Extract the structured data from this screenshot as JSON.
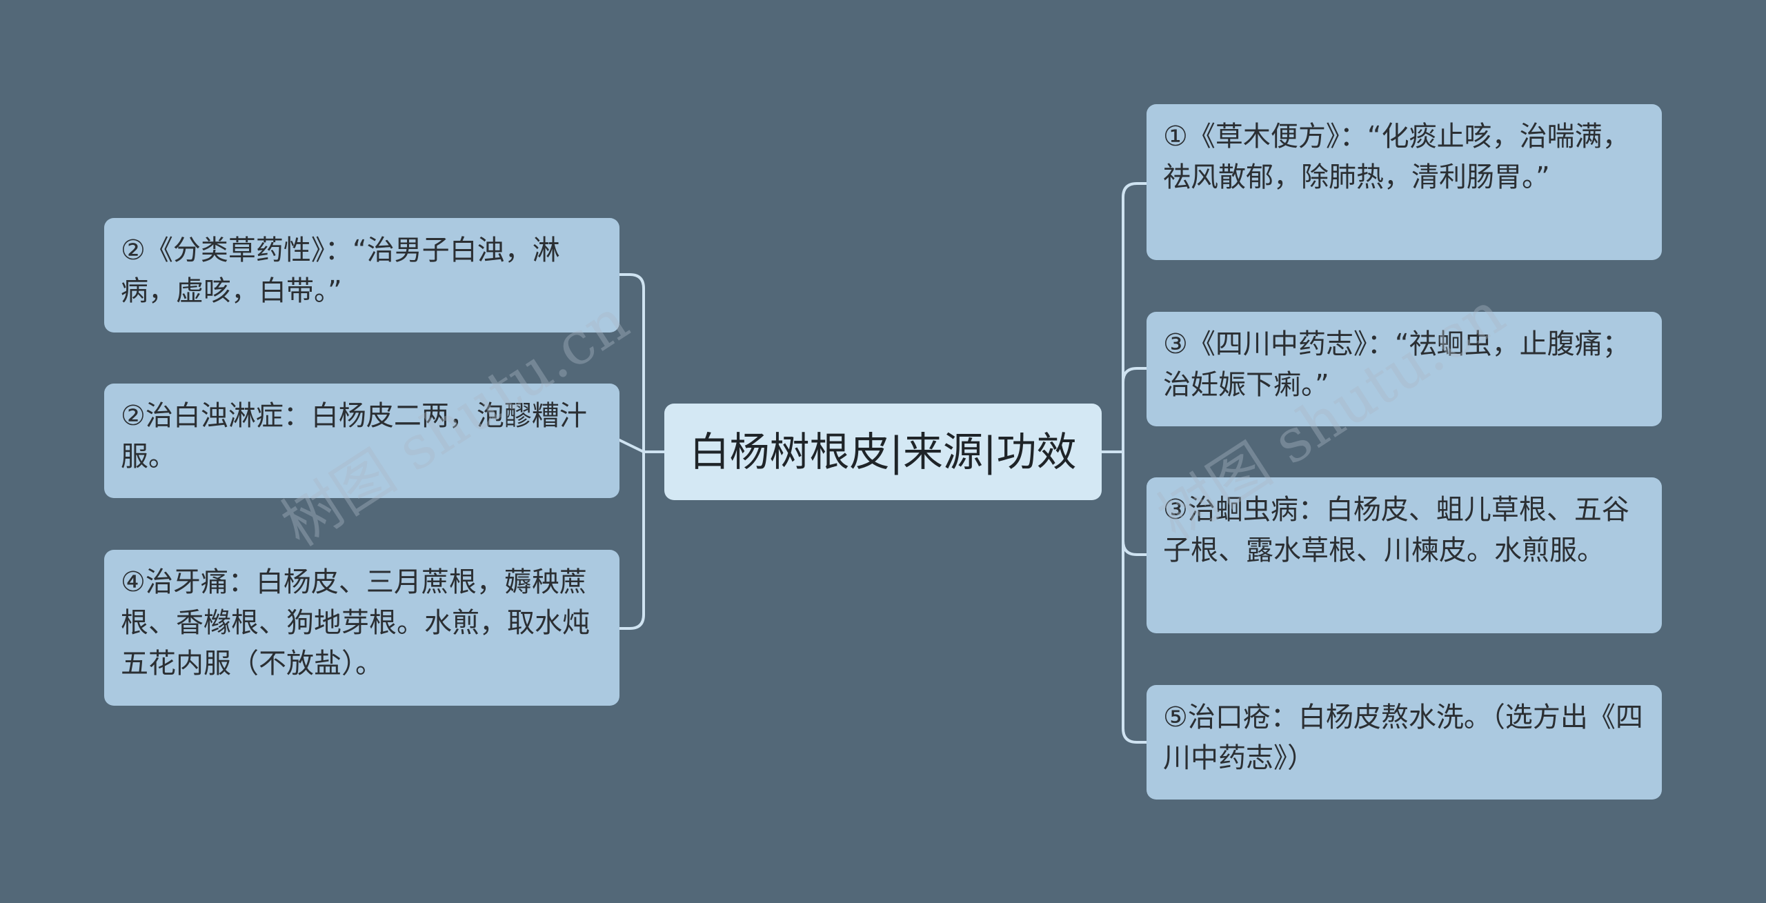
{
  "root": {
    "title": "白杨树根皮|来源|功效"
  },
  "left_nodes": [
    {
      "text": "②《分类草药性》：“治男子白浊，淋病，虚咳，白带。”"
    },
    {
      "text": "②治白浊淋症：白杨皮二两，泡醪糟汁服。"
    },
    {
      "text": "④治牙痛：白杨皮、三月蔗根，薅秧蔗根、香橼根、狗地芽根。水煎，取水炖五花内服（不放盐）。"
    }
  ],
  "right_nodes": [
    {
      "text": "①《草木便方》：“化痰止咳，治喘满，祛风散郁，除肺热，清利肠胃。”"
    },
    {
      "text": "③《四川中药志》：“祛蛔虫，止腹痛；治妊娠下痢。”"
    },
    {
      "text": "③治蛔虫病：白杨皮、蛆儿草根、五谷子根、露水草根、川楝皮。水煎服。"
    },
    {
      "text": "⑤治口疮：白杨皮熬水洗。（选方出《四川中药志》）"
    }
  ],
  "watermark": {
    "text": "树图 shutu.cn"
  },
  "colors": {
    "background": "#536878",
    "node_fill": "#abc9e0",
    "root_fill": "#d4e8f4",
    "connector": "#cfe3f1"
  }
}
